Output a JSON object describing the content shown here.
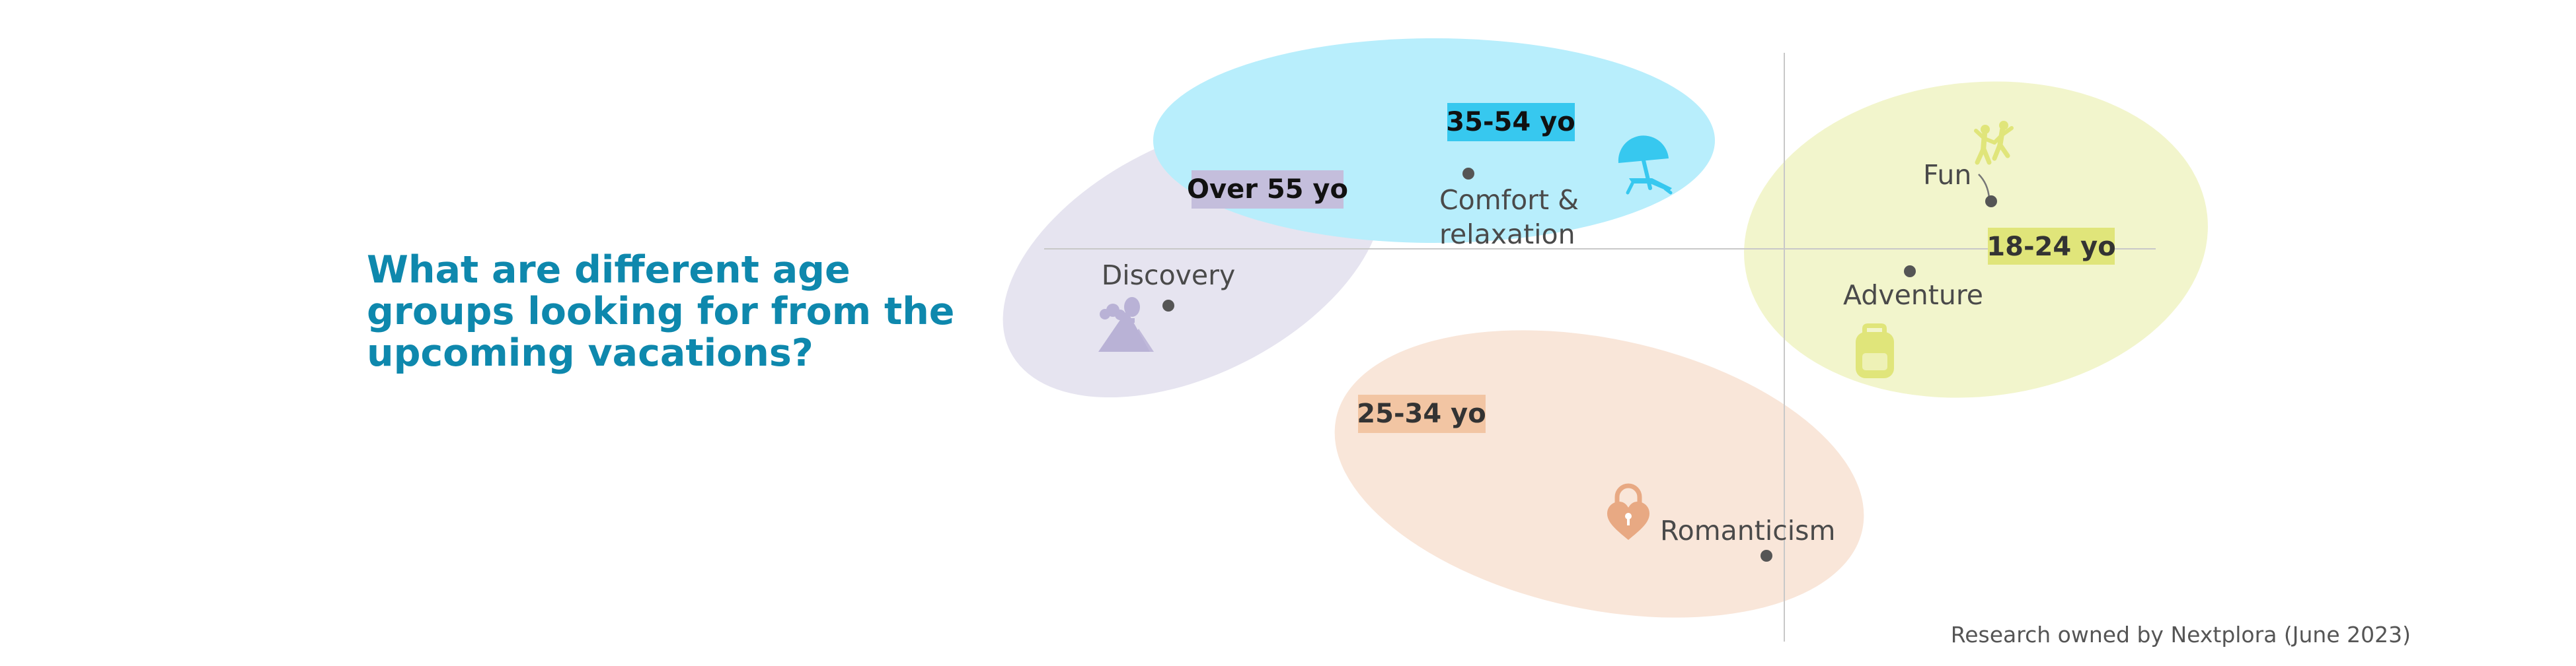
{
  "title": "What are different age groups looking for from the upcoming vacations?",
  "source": "Research owned by Nextplora (June 2023)",
  "colors": {
    "title": "#0e88ad",
    "axis": "#c8c8c8",
    "dot": "#555555",
    "label_text": "#4a4a4a"
  },
  "groups": [
    {
      "id": "over55",
      "label": "Over 55 yo",
      "fill": "#e6e4f0",
      "tag": "#c4bedc",
      "icon_color": "#b9b2d6",
      "icon": "mountain-balloon-icon"
    },
    {
      "id": "35-54",
      "label": "35-54 yo",
      "fill": "#b8eefc",
      "tag": "#37c8ef",
      "icon_color": "#37c8ef",
      "icon": "beach-umbrella-chair-icon"
    },
    {
      "id": "18-24",
      "label": "18-24 yo",
      "fill": "#f2f5cc",
      "tag": "#e0e57a",
      "icon_color": "#e0e57a",
      "icon": "dancing-people-icon"
    },
    {
      "id": "25-34",
      "label": "25-34 yo",
      "fill": "#f9e6d9",
      "tag": "#f2c5a3",
      "icon_color": "#e8a983",
      "icon": "heart-padlock-icon"
    }
  ],
  "motivations": [
    {
      "id": "discovery",
      "label": "Discovery"
    },
    {
      "id": "comfort",
      "label_lines": [
        "Comfort &",
        "relaxation"
      ]
    },
    {
      "id": "fun",
      "label": "Fun"
    },
    {
      "id": "adventure",
      "label": "Adventure"
    },
    {
      "id": "romanticism",
      "label": "Romanticism"
    }
  ],
  "extra_icons": [
    {
      "id": "backpack",
      "icon": "backpack-icon",
      "color": "#e0e57a"
    }
  ]
}
